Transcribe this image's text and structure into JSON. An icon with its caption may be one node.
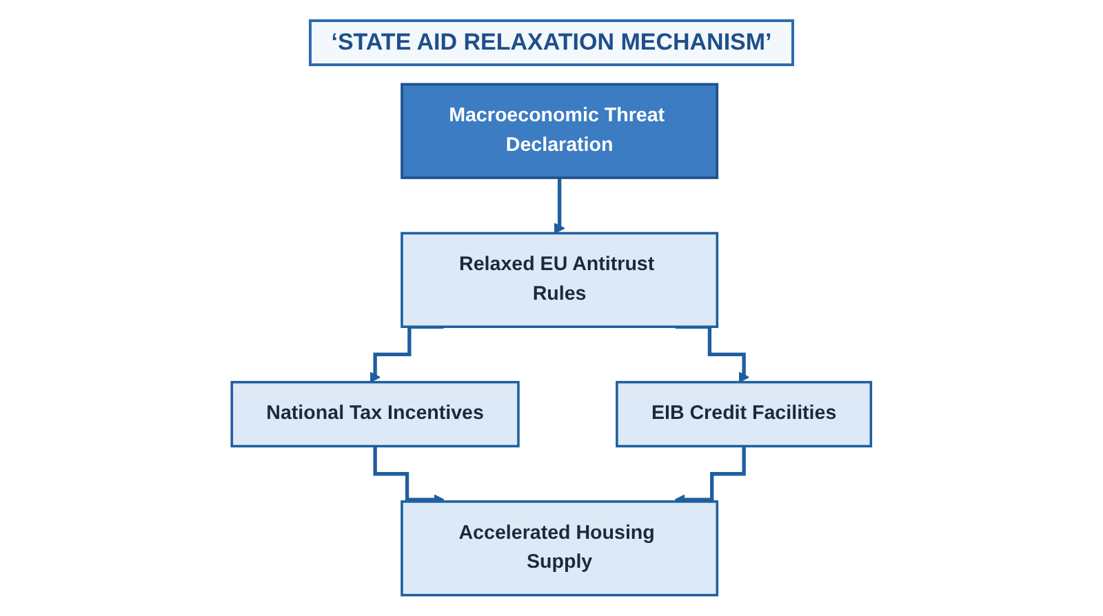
{
  "diagram": {
    "title": "‘STATE AID RELAXATION MECHANISM’",
    "nodes": [
      {
        "text": [
          "Macroeconomic Threat Declaration"
        ]
      },
      {
        "text": [
          "Relaxed EU Antitrust Rules"
        ]
      },
      {
        "text": [
          "National Tax Incentives"
        ]
      },
      {
        "text": [
          "EIB Credit Facilities"
        ]
      },
      {
        "text": [
          "Accelerated Housing Supply"
        ]
      }
    ],
    "edges": [
      {
        "from": 0,
        "to": 1,
        "arrow": "to"
      },
      {
        "from": 1,
        "to": 2,
        "arrow": "to"
      },
      {
        "from": 1,
        "to": 3,
        "arrow": "to"
      },
      {
        "from": 2,
        "to": 4,
        "arrow": "to"
      },
      {
        "from": 3,
        "to": 4,
        "arrow": "to"
      }
    ]
  }
}
